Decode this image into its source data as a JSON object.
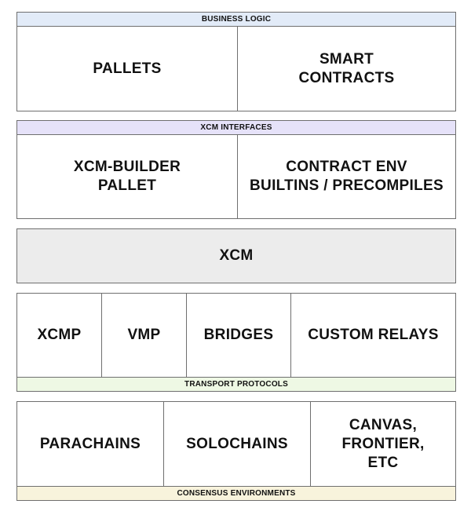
{
  "colors": {
    "business_logic": "#e2ebf8",
    "xcm_interfaces": "#e6e2f9",
    "xcm_fill": "#ececec",
    "transport_protocols": "#eef8e4",
    "consensus_environments": "#f8f3dc",
    "border": "#6f6f6f"
  },
  "business_logic": {
    "label": "BUSINESS LOGIC",
    "cells": [
      "PALLETS",
      "SMART\nCONTRACTS"
    ]
  },
  "xcm_interfaces": {
    "label": "XCM INTERFACES",
    "cells": [
      "XCM-BUILDER\nPALLET",
      "CONTRACT ENV\nBUILTINS / PRECOMPILES"
    ]
  },
  "xcm": {
    "label": "XCM"
  },
  "transport_protocols": {
    "label": "TRANSPORT PROTOCOLS",
    "cells": [
      "XCMP",
      "VMP",
      "BRIDGES",
      "CUSTOM RELAYS"
    ]
  },
  "consensus_environments": {
    "label": "CONSENSUS ENVIRONMENTS",
    "cells": [
      "PARACHAINS",
      "SOLOCHAINS",
      "CANVAS,\nFRONTIER,\nETC"
    ]
  }
}
